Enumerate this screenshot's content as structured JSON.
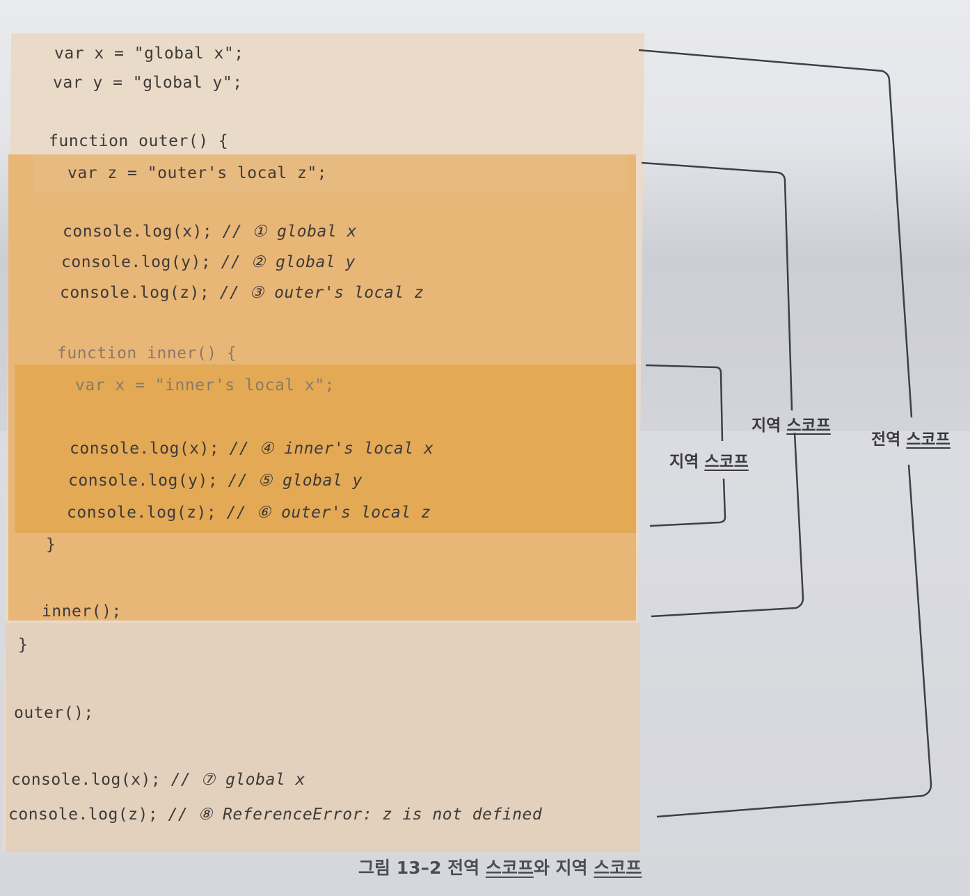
{
  "code": {
    "lines": [
      "var x = \"global x\";",
      "var y = \"global y\";",
      "function outer() {",
      "var z = \"outer's local z\";",
      "console.log(x);",
      "console.log(y);",
      "console.log(z);",
      "function inner() {",
      "var x = \"inner's local x\";",
      "console.log(x);",
      "console.log(y);",
      "console.log(z);",
      "}",
      "inner();",
      "}",
      "outer();",
      "console.log(x);",
      "console.log(z);"
    ],
    "comments": [
      "// ① global x",
      "// ② global y",
      "// ③ outer's local z",
      "// ④ inner's local x",
      "// ⑤ global y",
      "// ⑥ outer's local z",
      "// ⑦ global x",
      "// ⑧ ReferenceError: z is not defined"
    ]
  },
  "labels": {
    "inner_scope": {
      "prefix": "지역 ",
      "underlined": "스코프"
    },
    "outer_scope": {
      "prefix": "지역 ",
      "underlined": "스코프"
    },
    "global_scope": {
      "prefix": "전역 ",
      "underlined": "스코프"
    }
  },
  "caption": {
    "figure": "그림 13–2 ",
    "part1": "전역 ",
    "part1_ul": "스코프",
    "part2": "와 지역 ",
    "part2_ul": "스코프"
  }
}
